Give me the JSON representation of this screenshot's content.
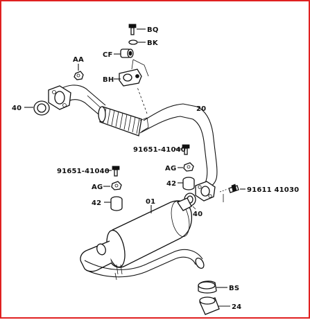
{
  "diagram": {
    "labels": {
      "bq": "BQ",
      "bk": "BK",
      "cf": "CF",
      "bh": "BH",
      "aa": "AA",
      "p40_left": "40",
      "p20": "20",
      "bolt_upper": "91651-41040",
      "bolt_left": "91651-41040",
      "ag_right": "AG",
      "ag_left": "AG",
      "p42_right": "42",
      "p42_left": "42",
      "p01": "01",
      "p40_right": "40",
      "bolt_right": "91611  41030",
      "bs": "BS",
      "p24": "24"
    },
    "colors": {
      "frame": "#e02020",
      "ink": "#111111",
      "background": "#ffffff"
    }
  }
}
